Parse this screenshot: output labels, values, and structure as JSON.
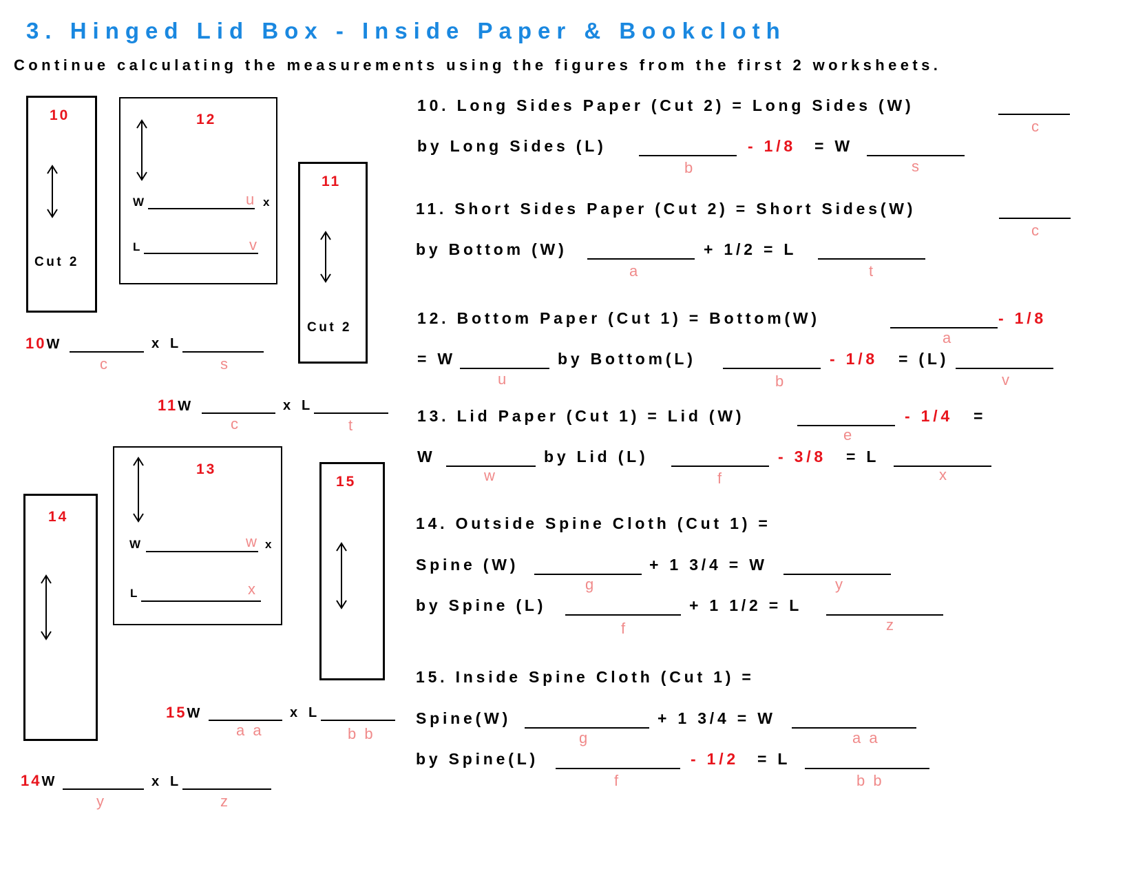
{
  "title": "3. Hinged Lid Box - Inside Paper & Bookcloth",
  "subtitle": "Continue calculating the measurements using the figures from the first 2 worksheets.",
  "diagrams": {
    "p10": {
      "num": "10",
      "cut": "Cut 2"
    },
    "p11": {
      "num": "11",
      "cut": "Cut 2"
    },
    "p12": {
      "num": "12",
      "w": "W",
      "u": "u",
      "x": "x",
      "l": "L",
      "v": "v"
    },
    "p13": {
      "num": "13",
      "w": "W",
      "wl": "w",
      "x": "x",
      "l": "L",
      "xl": "x"
    },
    "p14": {
      "num": "14"
    },
    "p15": {
      "num": "15"
    }
  },
  "summary": {
    "s10": {
      "num": "10",
      "w": "W",
      "x": "x",
      "l": "L",
      "a": "c",
      "b": "s"
    },
    "s11": {
      "num": "11",
      "w": "W",
      "x": "x",
      "l": "L",
      "a": "c",
      "b": "t"
    },
    "s15": {
      "num": "15",
      "w": "W",
      "x": "x",
      "l": "L",
      "a": "a a",
      "b": "b b"
    },
    "s14": {
      "num": "14",
      "w": "W",
      "x": "x",
      "l": "L",
      "a": "y",
      "b": "z"
    }
  },
  "questions": {
    "q10": {
      "line1": "10. Long Sides Paper (Cut 2) = Long Sides (W)",
      "l1": "c",
      "line2a": "by Long Sides (L)",
      "minus": "- 1/8",
      "eqw": "= W",
      "l2": "b",
      "l3": "s"
    },
    "q11": {
      "line1": "11. Short Sides Paper (Cut 2) = Short Sides(W)",
      "l1": "c",
      "line2a": "by Bottom (W)",
      "plus": "+ 1/2 = L",
      "l2": "a",
      "l3": "t"
    },
    "q12": {
      "line1": "12. Bottom Paper (Cut 1) = Bottom(W)",
      "minus1": "- 1/8",
      "l1": "a",
      "eqw": "= W",
      "by": "by Bottom(L)",
      "minus2": "- 1/8",
      "eql": "= (L)",
      "l2": "u",
      "l3": "b",
      "l4": "v"
    },
    "q13": {
      "line1": "13. Lid Paper (Cut 1) = Lid (W)",
      "minus1": "- 1/4",
      "eq": "=",
      "l1": "e",
      "w": "W",
      "by": "by Lid (L)",
      "minus2": "- 3/8",
      "eql": "= L",
      "l2": "w",
      "l3": "f",
      "l4": "x"
    },
    "q14": {
      "line1": "14. Outside Spine Cloth (Cut 1) =",
      "line2": "Spine (W)",
      "plus1": "+ 1 3/4 = W",
      "l1": "g",
      "l2": "y",
      "line3": "by Spine (L)",
      "plus2": "+ 1 1/2 = L",
      "l3": "f",
      "l4": "z"
    },
    "q15": {
      "line1": "15. Inside Spine Cloth (Cut 1) =",
      "line2": "Spine(W)",
      "plus1": "+ 1 3/4 = W",
      "l1": "g",
      "l2": "a a",
      "line3": "by Spine(L)",
      "minus": "- 1/2",
      "eql": "= L",
      "l3": "f",
      "l4": "b b"
    }
  }
}
